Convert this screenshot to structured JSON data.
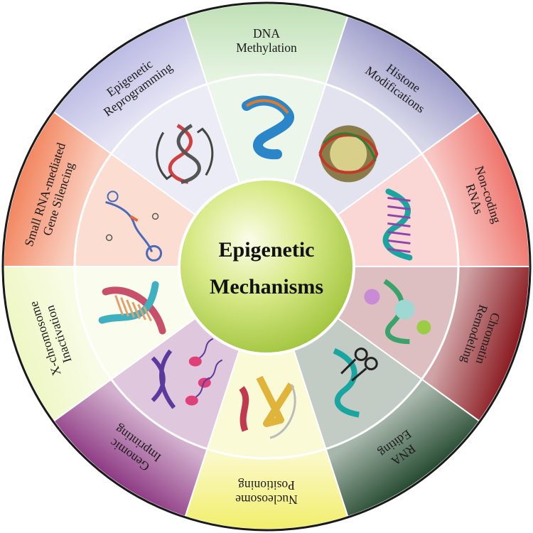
{
  "center": {
    "title_line1": "Epigenetic",
    "title_line2": "Mechanisms"
  },
  "segments": [
    {
      "id": "dna-methylation",
      "lines": [
        "DNA",
        "Methylation"
      ],
      "color": "#bfe0b5",
      "icon": "twisted-dna-helix-icon"
    },
    {
      "id": "histone-modifications",
      "lines": [
        "Histone",
        "Modifications"
      ],
      "color": "#9b9ac9",
      "icon": "nucleosome-icon"
    },
    {
      "id": "non-coding-rnas",
      "lines": [
        "Non-coding",
        "RNAs"
      ],
      "color": "#ee7068",
      "icon": "rna-strand-icon"
    },
    {
      "id": "chromatin-remodeling",
      "lines": [
        "Chromatin",
        "Remodeling"
      ],
      "color": "#8a1a20",
      "icon": "enzyme-dna-icon"
    },
    {
      "id": "rna-editing",
      "lines": [
        "RNA",
        "Editing"
      ],
      "color": "#254a30",
      "icon": "scissors-dna-icon"
    },
    {
      "id": "nucleosome-positioning",
      "lines": [
        "Nucleosome",
        "Positioning"
      ],
      "color": "#f2ee6c",
      "icon": "protein-ribbon-icon"
    },
    {
      "id": "genomic-imprinting",
      "lines": [
        "Genomic",
        "Imprinting"
      ],
      "color": "#8e3a84",
      "icon": "dna-sperm-icon"
    },
    {
      "id": "x-chromosome-inactivation",
      "lines": [
        "X-chromosome",
        "Inactivation"
      ],
      "color": "#eef7c4",
      "icon": "dna-ladder-icon"
    },
    {
      "id": "small-rna-gene-silencing",
      "lines": [
        "Small RNA-mediated",
        "Gene Silencing"
      ],
      "color": "#f2855e",
      "icon": "hairpin-rna-icon"
    },
    {
      "id": "epigenetic-reprogramming",
      "lines": [
        "Epigenetic",
        "Reprogramming"
      ],
      "color": "#bcbbe4",
      "icon": "dna-cycle-arrows-icon"
    }
  ]
}
